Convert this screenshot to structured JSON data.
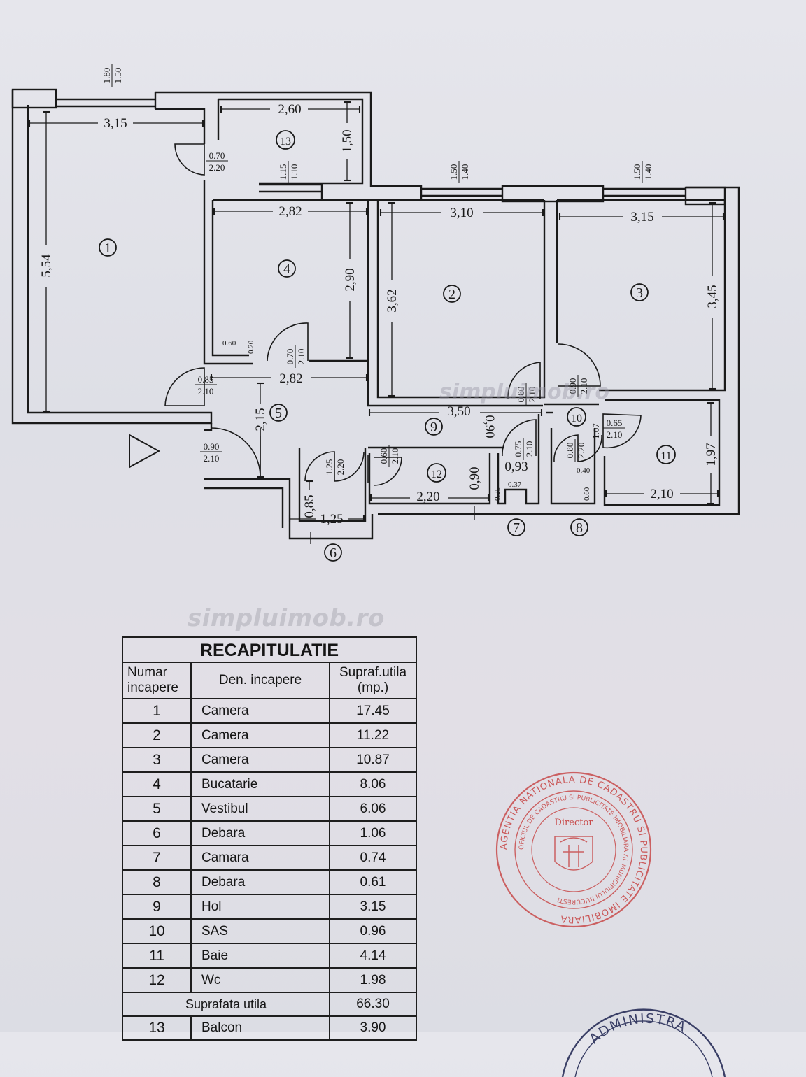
{
  "plan": {
    "rooms": [
      "1",
      "2",
      "3",
      "4",
      "5",
      "6",
      "7",
      "8",
      "9",
      "10",
      "11",
      "12",
      "13"
    ],
    "dims": {
      "r1_w": "3,15",
      "r1_h": "5,54",
      "r13_w": "2,60",
      "r13_h": "1,50",
      "r4_w": "2,82",
      "r4_h": "2,90",
      "r2_w": "3,10",
      "r2_h": "3,62",
      "r3_w": "3,15",
      "r3_h": "3,45",
      "r5_w": "2,82",
      "r5_h": "2,15",
      "r9_w": "3,50",
      "r9_h": "0,90",
      "r12_w": "2,20",
      "r12_h": "0,90",
      "r6_w": "1,25",
      "r6_h": "0,85",
      "r11_w": "2,10",
      "r11_h": "1,97",
      "r7_w": "0,93"
    },
    "openings": {
      "w1": [
        "1.80",
        "1.50"
      ],
      "d13": [
        "0.70",
        "2.20"
      ],
      "w13": [
        "1.15",
        "1.10"
      ],
      "w2": [
        "1.50",
        "1.40"
      ],
      "w3": [
        "1.50",
        "1.40"
      ],
      "d4": [
        "0.70",
        "2.10"
      ],
      "d1": [
        "0.85",
        "2.10"
      ],
      "entry": [
        "0.90",
        "2.10"
      ],
      "d2": [
        "0.80",
        "2.10"
      ],
      "d3": [
        "0.90",
        "2.10"
      ],
      "d11": [
        "0.65",
        "2.10"
      ],
      "d6": [
        "1.25",
        "2.20"
      ],
      "d12": [
        "0.60",
        "2.10"
      ],
      "d7": [
        "0.75",
        "2.10"
      ],
      "d8": [
        "0.80",
        "2.20"
      ],
      "niche4": [
        "0.60",
        "0.20"
      ],
      "r8": "1.07",
      "r8b": "0.40",
      "r7a": "0.25",
      "r7b": "0.37",
      "r8c": "0.60"
    }
  },
  "watermark": "simpluimob.ro",
  "recap": {
    "title": "RECAPITULATIE",
    "headers": [
      "Numar incapere",
      "Den. incapere",
      "Supraf.utila (mp.)"
    ],
    "rows": [
      {
        "num": "1",
        "name": "Camera",
        "area": "17.45"
      },
      {
        "num": "2",
        "name": "Camera",
        "area": "11.22"
      },
      {
        "num": "3",
        "name": "Camera",
        "area": "10.87"
      },
      {
        "num": "4",
        "name": "Bucatarie",
        "area": "8.06"
      },
      {
        "num": "5",
        "name": "Vestibul",
        "area": "6.06"
      },
      {
        "num": "6",
        "name": "Debara",
        "area": "1.06"
      },
      {
        "num": "7",
        "name": "Camara",
        "area": "0.74"
      },
      {
        "num": "8",
        "name": "Debara",
        "area": "0.61"
      },
      {
        "num": "9",
        "name": "Hol",
        "area": "3.15"
      },
      {
        "num": "10",
        "name": "SAS",
        "area": "0.96"
      },
      {
        "num": "11",
        "name": "Baie",
        "area": "4.14"
      },
      {
        "num": "12",
        "name": "Wc",
        "area": "1.98"
      }
    ],
    "total_label": "Suprafata utila",
    "total_value": "66.30",
    "extra": {
      "num": "13",
      "name": "Balcon",
      "area": "3.90"
    }
  },
  "stamp": {
    "outer": "AGENTIA NATIONALA DE CADASTRU SI PUBLICITATE IMOBILIARA",
    "inner": "OFICIUL DE CADASTRU SI PUBLICITATE IMOBILIARA AL MUNICIPIULUI BUCURESTI",
    "center": "Director",
    "bottom": "ADMINISTRA"
  },
  "colors": {
    "ink": "#1a1a1a",
    "stamp": "#c84b4b",
    "stamp2": "#3a3f66"
  }
}
